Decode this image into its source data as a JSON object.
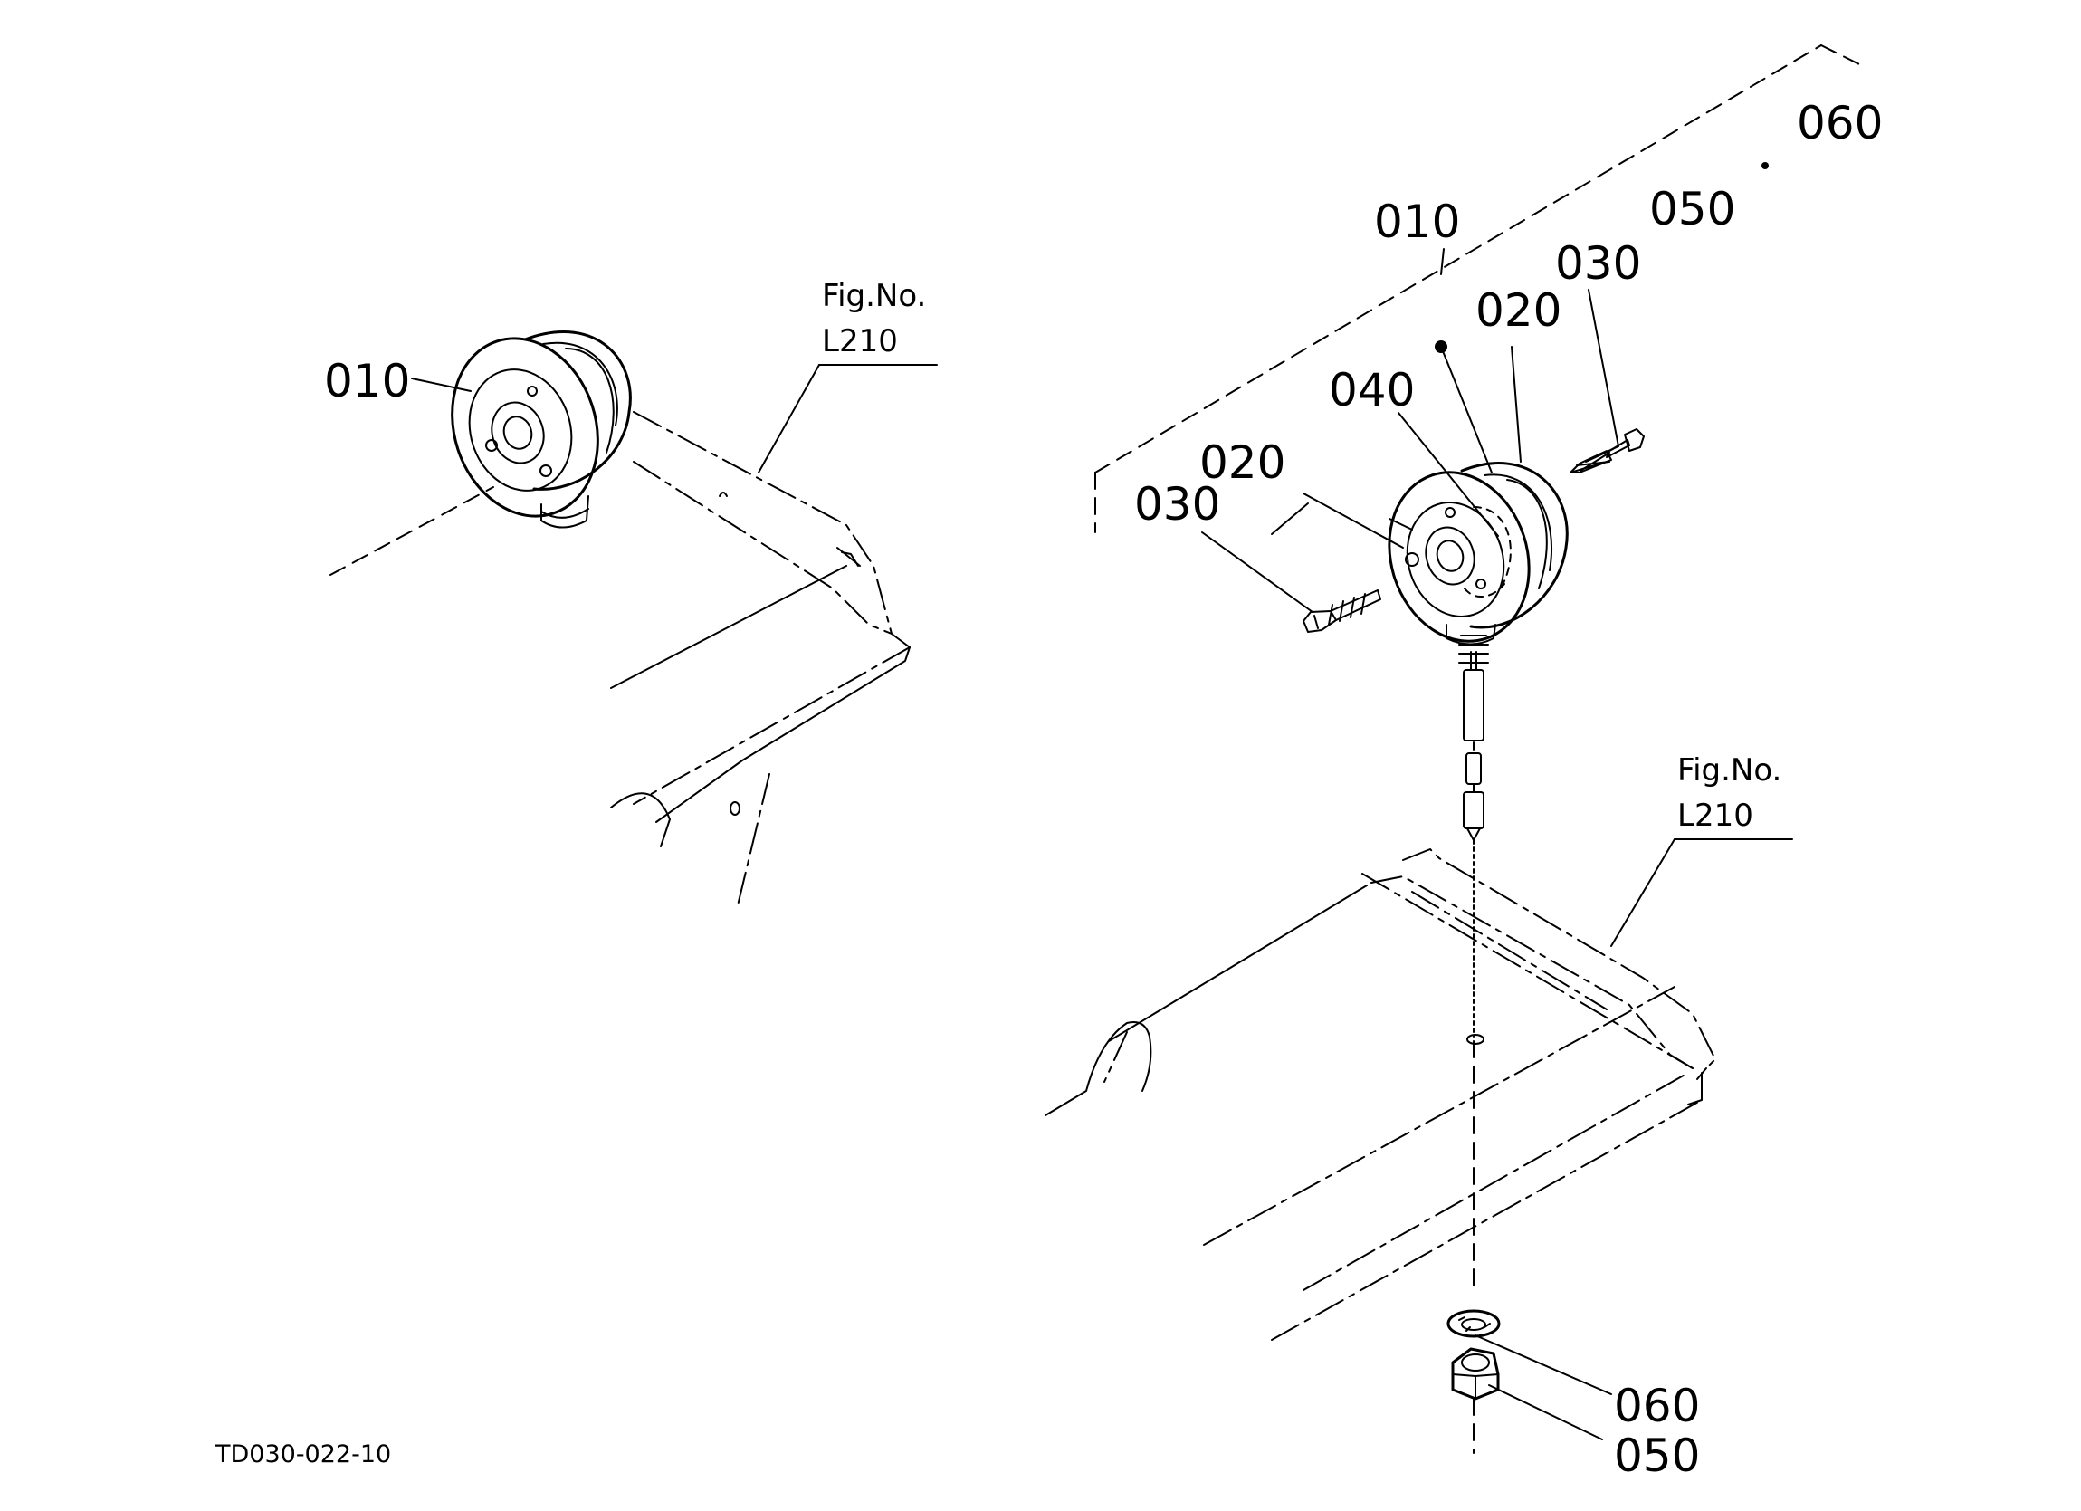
{
  "drawing_id": "TD030-022-10",
  "left_view": {
    "part_label": "010",
    "fig_ref_line1": "Fig.No.",
    "fig_ref_line2": "L210"
  },
  "right_view": {
    "fig_ref_line1": "Fig.No.",
    "fig_ref_line2": "L210",
    "assembly_label": "010",
    "labels": {
      "p060_top": "060",
      "p050_top": "050",
      "p030_right": "030",
      "p020_right": "020",
      "p040": "040",
      "p020_left": "020",
      "p030_left": "030",
      "p060_bottom": "060",
      "p050_bottom": "050"
    }
  }
}
